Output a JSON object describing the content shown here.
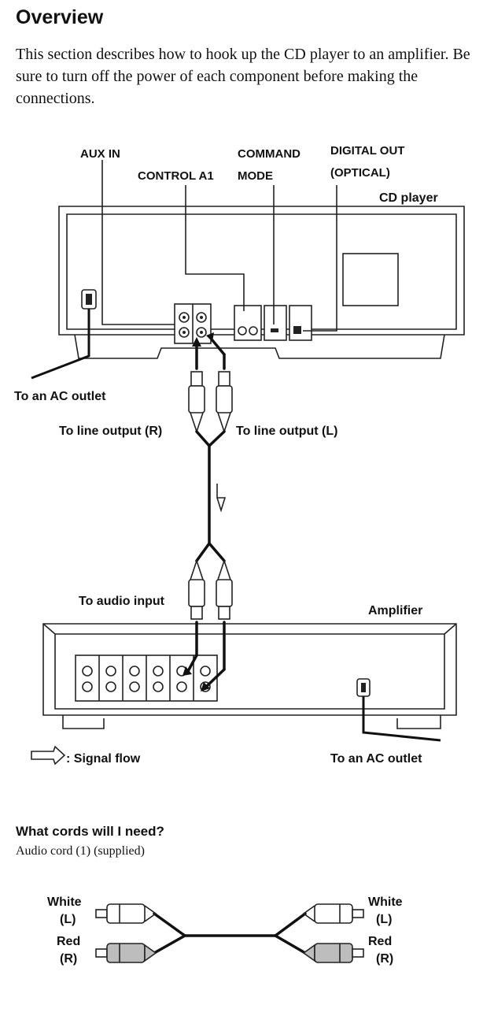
{
  "section": {
    "title": "Overview",
    "intro": "This section describes how to hook up the CD player to an amplifier. Be sure to turn off the power of each component before making the connections."
  },
  "diagram": {
    "labels": {
      "aux_in": "AUX IN",
      "command": "COMMAND",
      "digital_out": "DIGITAL OUT",
      "control_a1": "CONTROL A1",
      "mode": "MODE",
      "optical": "(OPTICAL)",
      "cd_player": "CD player",
      "ac_outlet_cd": "To an AC outlet",
      "line_output_r": "To line output (R)",
      "line_output_l": "To line output (L)",
      "audio_input": "To audio input",
      "amplifier": "Amplifier",
      "signal_flow": ": Signal flow",
      "ac_outlet_amp": "To an AC outlet"
    }
  },
  "cords": {
    "question": "What cords will I need?",
    "item": "Audio cord (1) (supplied)",
    "left_white": "White",
    "left_white_ch": "(L)",
    "left_red": "Red",
    "left_red_ch": "(R)",
    "right_white": "White",
    "right_white_ch": "(L)",
    "right_red": "Red",
    "right_red_ch": "(R)"
  }
}
